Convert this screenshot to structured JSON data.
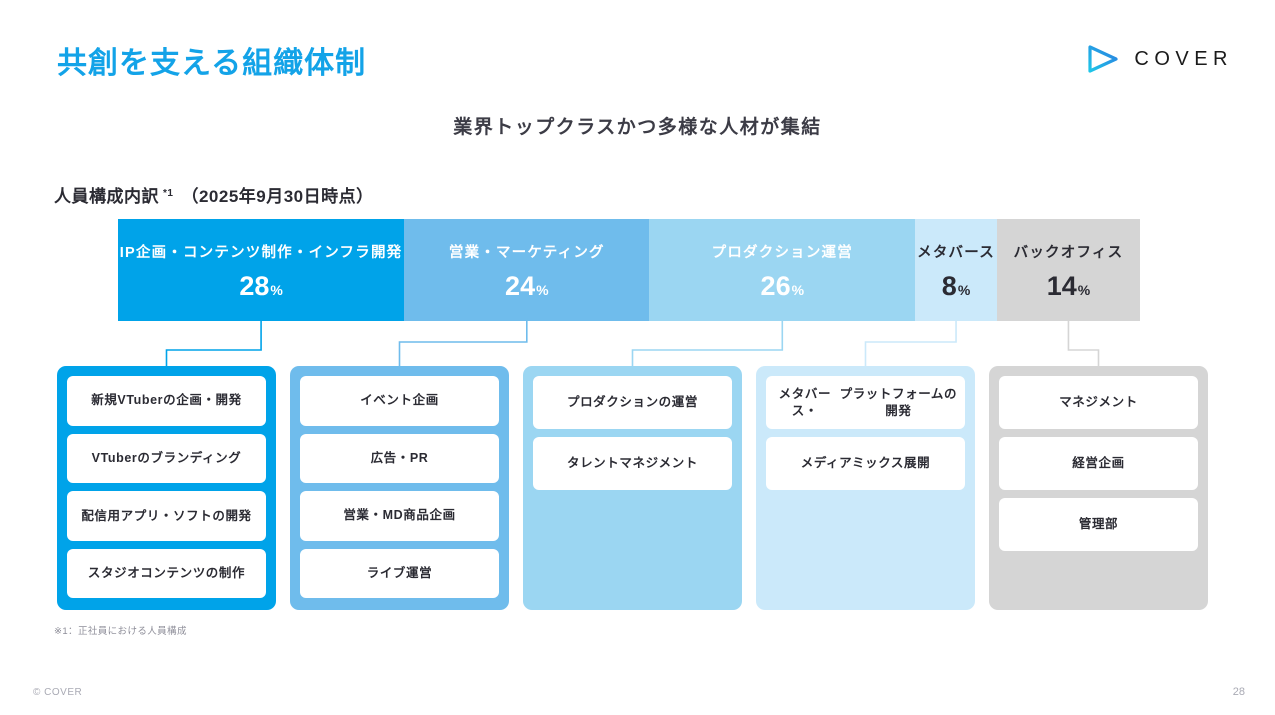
{
  "header": {
    "title": "共創を支える組織体制",
    "logo_text": "COVER",
    "logo_icon": "play-triangle-icon"
  },
  "subtitle": "業界トップクラスかつ多様な人材が集結",
  "section": {
    "label": "人員構成内訳",
    "footnote_marker": "*1",
    "date_note": "（2025年9月30日時点）"
  },
  "colors": {
    "title": "#13A3E8",
    "seg1": "#00A3E9",
    "seg2": "#6FBCEC",
    "seg3": "#9BD6F2",
    "seg4": "#CBE9FA",
    "seg5": "#D5D5D5",
    "text_dark": "#2b2b33",
    "text_muted": "#a9aab4"
  },
  "chart_data": {
    "type": "bar",
    "title": "人員構成内訳",
    "categories": [
      "IP企画・コンテンツ制作・インフラ開発",
      "営業・マーケティング",
      "プロダクション運営",
      "メタバース",
      "バックオフィス"
    ],
    "values": [
      28,
      24,
      26,
      8,
      14
    ],
    "unit": "%",
    "xlabel": "",
    "ylabel": "",
    "ylim": [
      0,
      100
    ],
    "stacked": true,
    "orientation": "horizontal",
    "grid": false,
    "legend": "none"
  },
  "segments": [
    {
      "name": "IP企画・コンテンツ制作・インフラ開発",
      "value": "28",
      "unit": "%",
      "color": "#00A3E9",
      "text_color": "#ffffff",
      "width_pct": 28
    },
    {
      "name": "営業・マーケティング",
      "value": "24",
      "unit": "%",
      "color": "#6FBCEC",
      "text_color": "#ffffff",
      "width_pct": 24
    },
    {
      "name": "プロダクション運営",
      "value": "26",
      "unit": "%",
      "color": "#9BD6F2",
      "text_color": "#ffffff",
      "width_pct": 26
    },
    {
      "name": "メタバース",
      "value": "8",
      "unit": "%",
      "color": "#CBE9FA",
      "text_color": "#2b2b33",
      "width_pct": 8
    },
    {
      "name": "バックオフィス",
      "value": "14",
      "unit": "%",
      "color": "#D5D5D5",
      "text_color": "#2b2b33",
      "width_pct": 14
    }
  ],
  "columns": [
    {
      "color": "#00A3E9",
      "items": [
        "新規VTuberの企画・開発",
        "VTuberのブランディング",
        "配信用アプリ・ソフト\nの開発",
        "スタジオコンテンツの制作"
      ]
    },
    {
      "color": "#6FBCEC",
      "items": [
        "イベント企画",
        "広告・PR",
        "営業・MD商品企画",
        "ライブ運営"
      ]
    },
    {
      "color": "#9BD6F2",
      "items": [
        "プロダクションの運営",
        "タレントマネジメント"
      ]
    },
    {
      "color": "#CBE9FA",
      "items": [
        "メタバース・\nプラットフォームの開発",
        "メディアミックス展開"
      ]
    },
    {
      "color": "#D5D5D5",
      "items": [
        "マネジメント",
        "経営企画",
        "管理部"
      ]
    }
  ],
  "footnote": "※1：正社員における人員構成",
  "footer": {
    "copyright": "© COVER",
    "page_number": "28"
  }
}
